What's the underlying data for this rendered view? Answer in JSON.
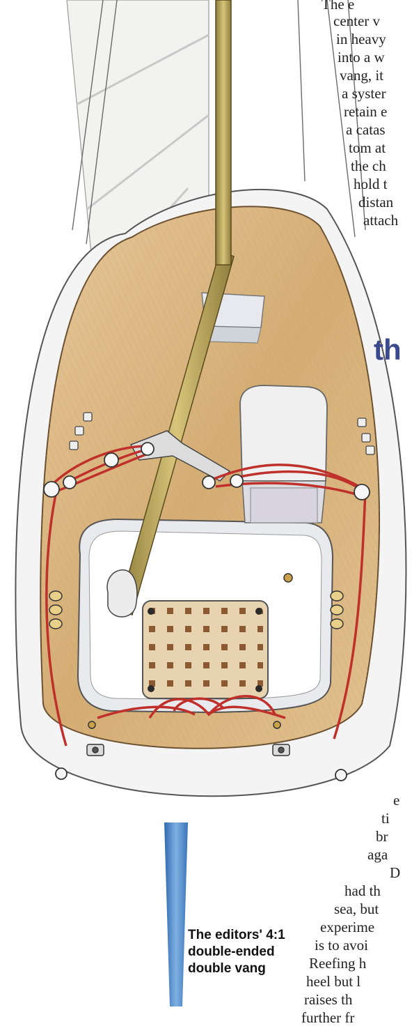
{
  "article_text": {
    "top_lines": [
      "The e",
      "center v",
      "in heavy",
      "into a w",
      "vang, it",
      "a syster",
      "retain e",
      "a catas",
      "tom at",
      "the ch",
      "hold t",
      "distan",
      "attach"
    ],
    "bottom_lines": [
      "e",
      "ti",
      "br",
      "aga",
      "D",
      "had th",
      "sea, but",
      "experime",
      "is to avoi",
      "Reefing h",
      "heel but l",
      "raises th",
      "further fr"
    ]
  },
  "pull_quote": "th",
  "caption": {
    "lines": [
      "The editors' 4:1",
      "double-ended",
      "double vang"
    ]
  },
  "colors": {
    "deck_wood": "#d9b98a",
    "vang_line": "#c0302a",
    "hull": "#f2f2f2",
    "keel": "#4a7fc0",
    "mast": "#b8a35a",
    "pull_quote": "#3a4a8c"
  }
}
